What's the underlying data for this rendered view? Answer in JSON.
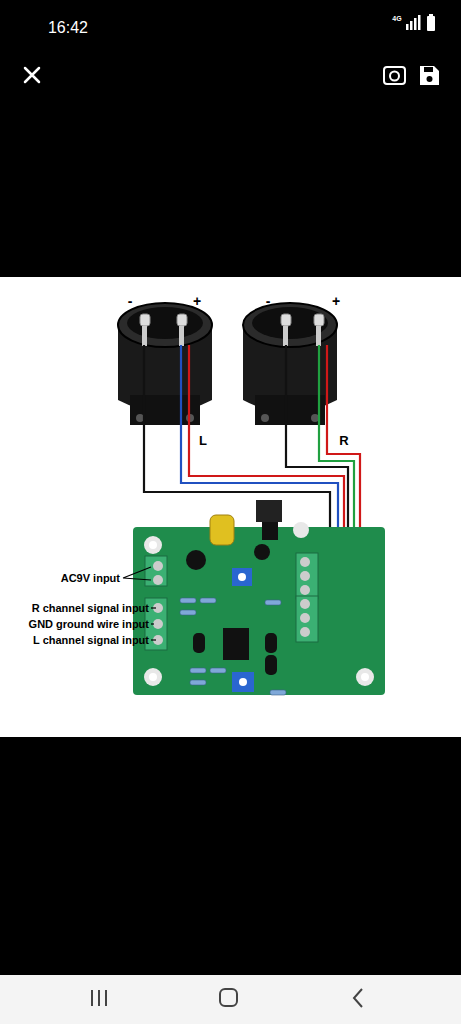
{
  "diagram": {
    "labels": [
      "16:42",
      "4G",
      "-",
      "+",
      "-",
      "+",
      "L",
      "R",
      "AC9V input",
      "R channel signal input",
      "GND ground wire input",
      "L channel signal input"
    ]
  }
}
